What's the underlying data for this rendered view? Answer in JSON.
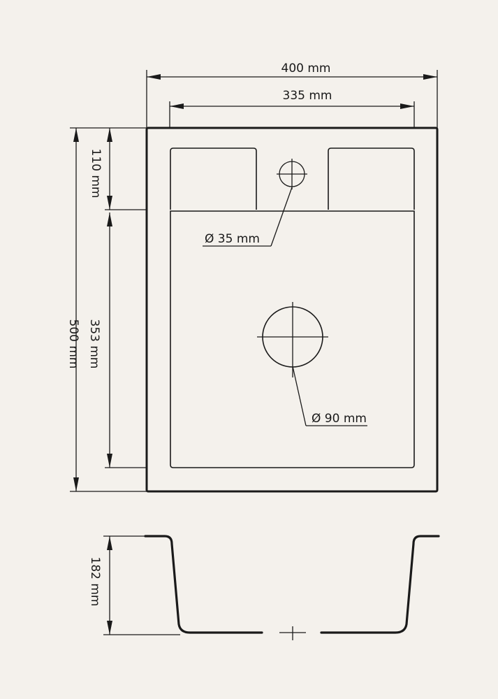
{
  "colors": {
    "background": "#f4f1ec",
    "line": "#1a1a1a"
  },
  "dimensions": {
    "overall_width": "400 mm",
    "inner_width": "335 mm",
    "rear_depth": "110 mm",
    "overall_length": "500 mm",
    "bowl_length": "353 mm",
    "bowl_depth": "182 mm"
  },
  "callouts": {
    "tap_hole": "Ø 35 mm",
    "drain_hole": "Ø 90 mm"
  }
}
